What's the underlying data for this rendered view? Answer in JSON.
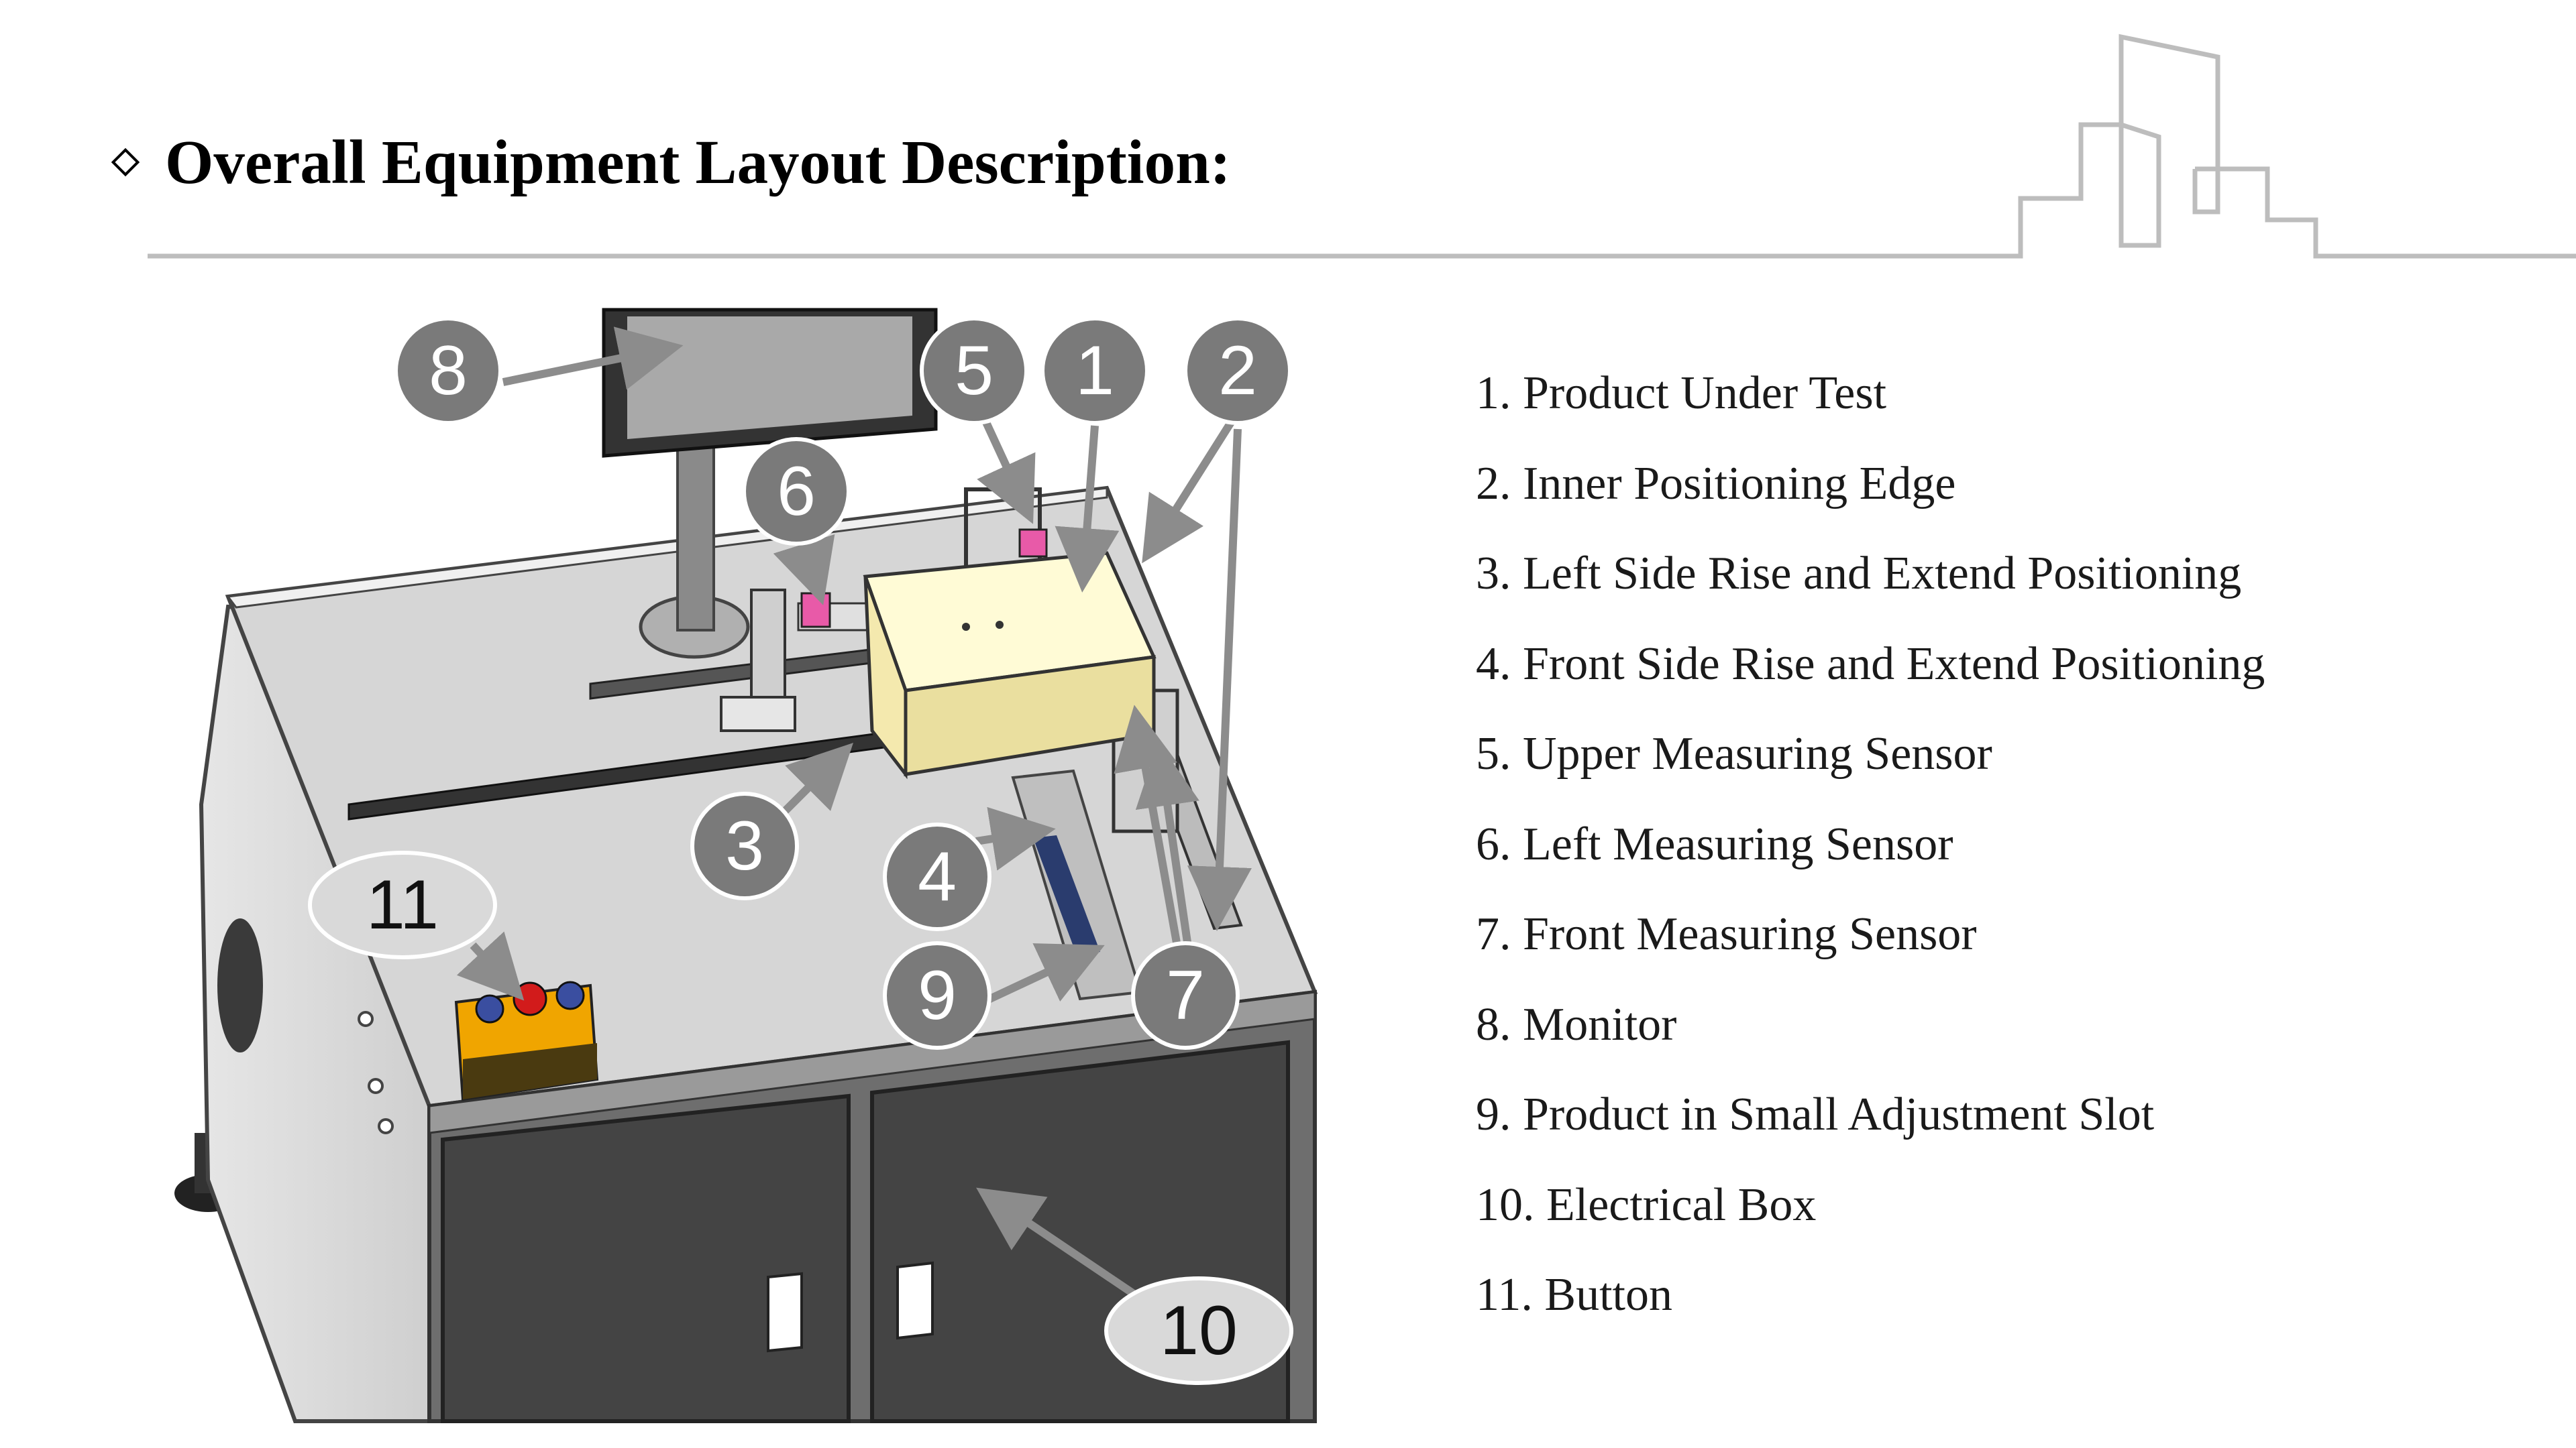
{
  "title": "Overall Equipment Layout Description:",
  "legend": [
    "1. Product Under Test",
    "2. Inner Positioning Edge",
    "3. Left Side Rise and Extend Positioning",
    "4. Front Side Rise and Extend Positioning",
    "5. Upper Measuring Sensor",
    "6. Left Measuring Sensor",
    "7. Front Measuring Sensor",
    "8. Monitor",
    "9. Product in Small Adjustment Slot",
    "10. Electrical Box",
    "11. Button"
  ],
  "callouts": [
    "1",
    "2",
    "3",
    "4",
    "5",
    "6",
    "7",
    "8",
    "9",
    "10",
    "11"
  ],
  "colors": {
    "callout_dark": "#7a7a7a",
    "callout_light": "#d9d9d9",
    "arrow": "#8c8c8c",
    "product": "#fff8c4",
    "sensor": "#e85aa8"
  }
}
